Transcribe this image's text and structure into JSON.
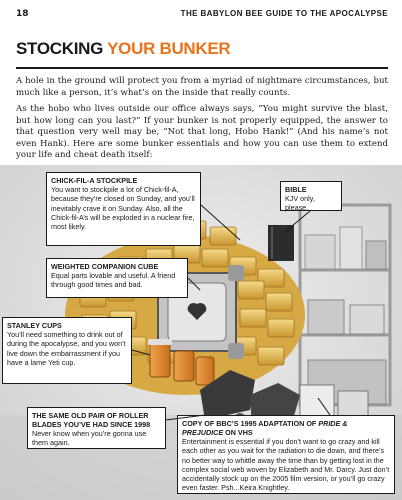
{
  "header": {
    "page_number": "18",
    "running_title": "THE BABYLON BEE GUIDE TO THE APOCALYPSE"
  },
  "title": {
    "part1": "STOCKING ",
    "part2": "YOUR BUNKER",
    "accent_color": "#e8731b"
  },
  "body": {
    "para1": "A hole in the ground will protect you from a myriad of nightmare circumstances, but much like a person, it’s what’s on the inside that really counts.",
    "para2": "As the hobo who lives outside our office always says, “You might survive the blast, but how long can you last?” If your bunker is not properly equipped, the answer to that question very well may be, “Not that long, Hobo Hank!” (And his name’s not even Hank). Here are some bunker essentials and how you can use them to extend your life and cheat death itself:"
  },
  "captions": {
    "chickfila": {
      "title": "CHICK-FIL-A STOCKPILE",
      "text": "You want to stockpile a lot of Chick-fil-A, because they’re closed on Sunday, and you’ll inevitably crave it on Sunday. Also, all the Chick-fil-A’s will be exploded in a nuclear fire, most likely."
    },
    "bible": {
      "title": "BIBLE",
      "text": "KJV only, please."
    },
    "cube": {
      "title": "WEIGHTED COMPANION CUBE",
      "text": "Equal parts lovable and useful. A friend through good times and bad."
    },
    "cups": {
      "title": "STANLEY CUPS",
      "text": "You’ll need something to drink out of during the apocalypse, and you won’t live down the embarrassment if you have a lame Yeti cup."
    },
    "blades": {
      "title": "THE SAME OLD PAIR OF ROLLER BLADES YOU’VE HAD SINCE 1998",
      "text": "Never know when you’re gonna use them again."
    },
    "pride": {
      "title_pre": "COPY OF BBC’S 1995 ADAPTATION OF ",
      "title_italic": "PRIDE & PREJUDICE",
      "title_post": " ON VHS",
      "text": "Entertainment is essential if you don’t want to go crazy and kill each other as you wait for the radiation to die down, and there’s no better way to whittle away the time than by getting lost in the complex social web woven by Elizabeth and Mr. Darcy. Just don’t accidentally stock up on the 2005 film version, or you’ll go crazy even faster. Psh...Keira Knightley."
    }
  },
  "colors": {
    "accent": "#e8731b",
    "cup_orange": "#d9822b",
    "box_gold": "#e3b94f",
    "cube_gray": "#c9c9c9",
    "shelf_gray": "#bdbdbd"
  }
}
